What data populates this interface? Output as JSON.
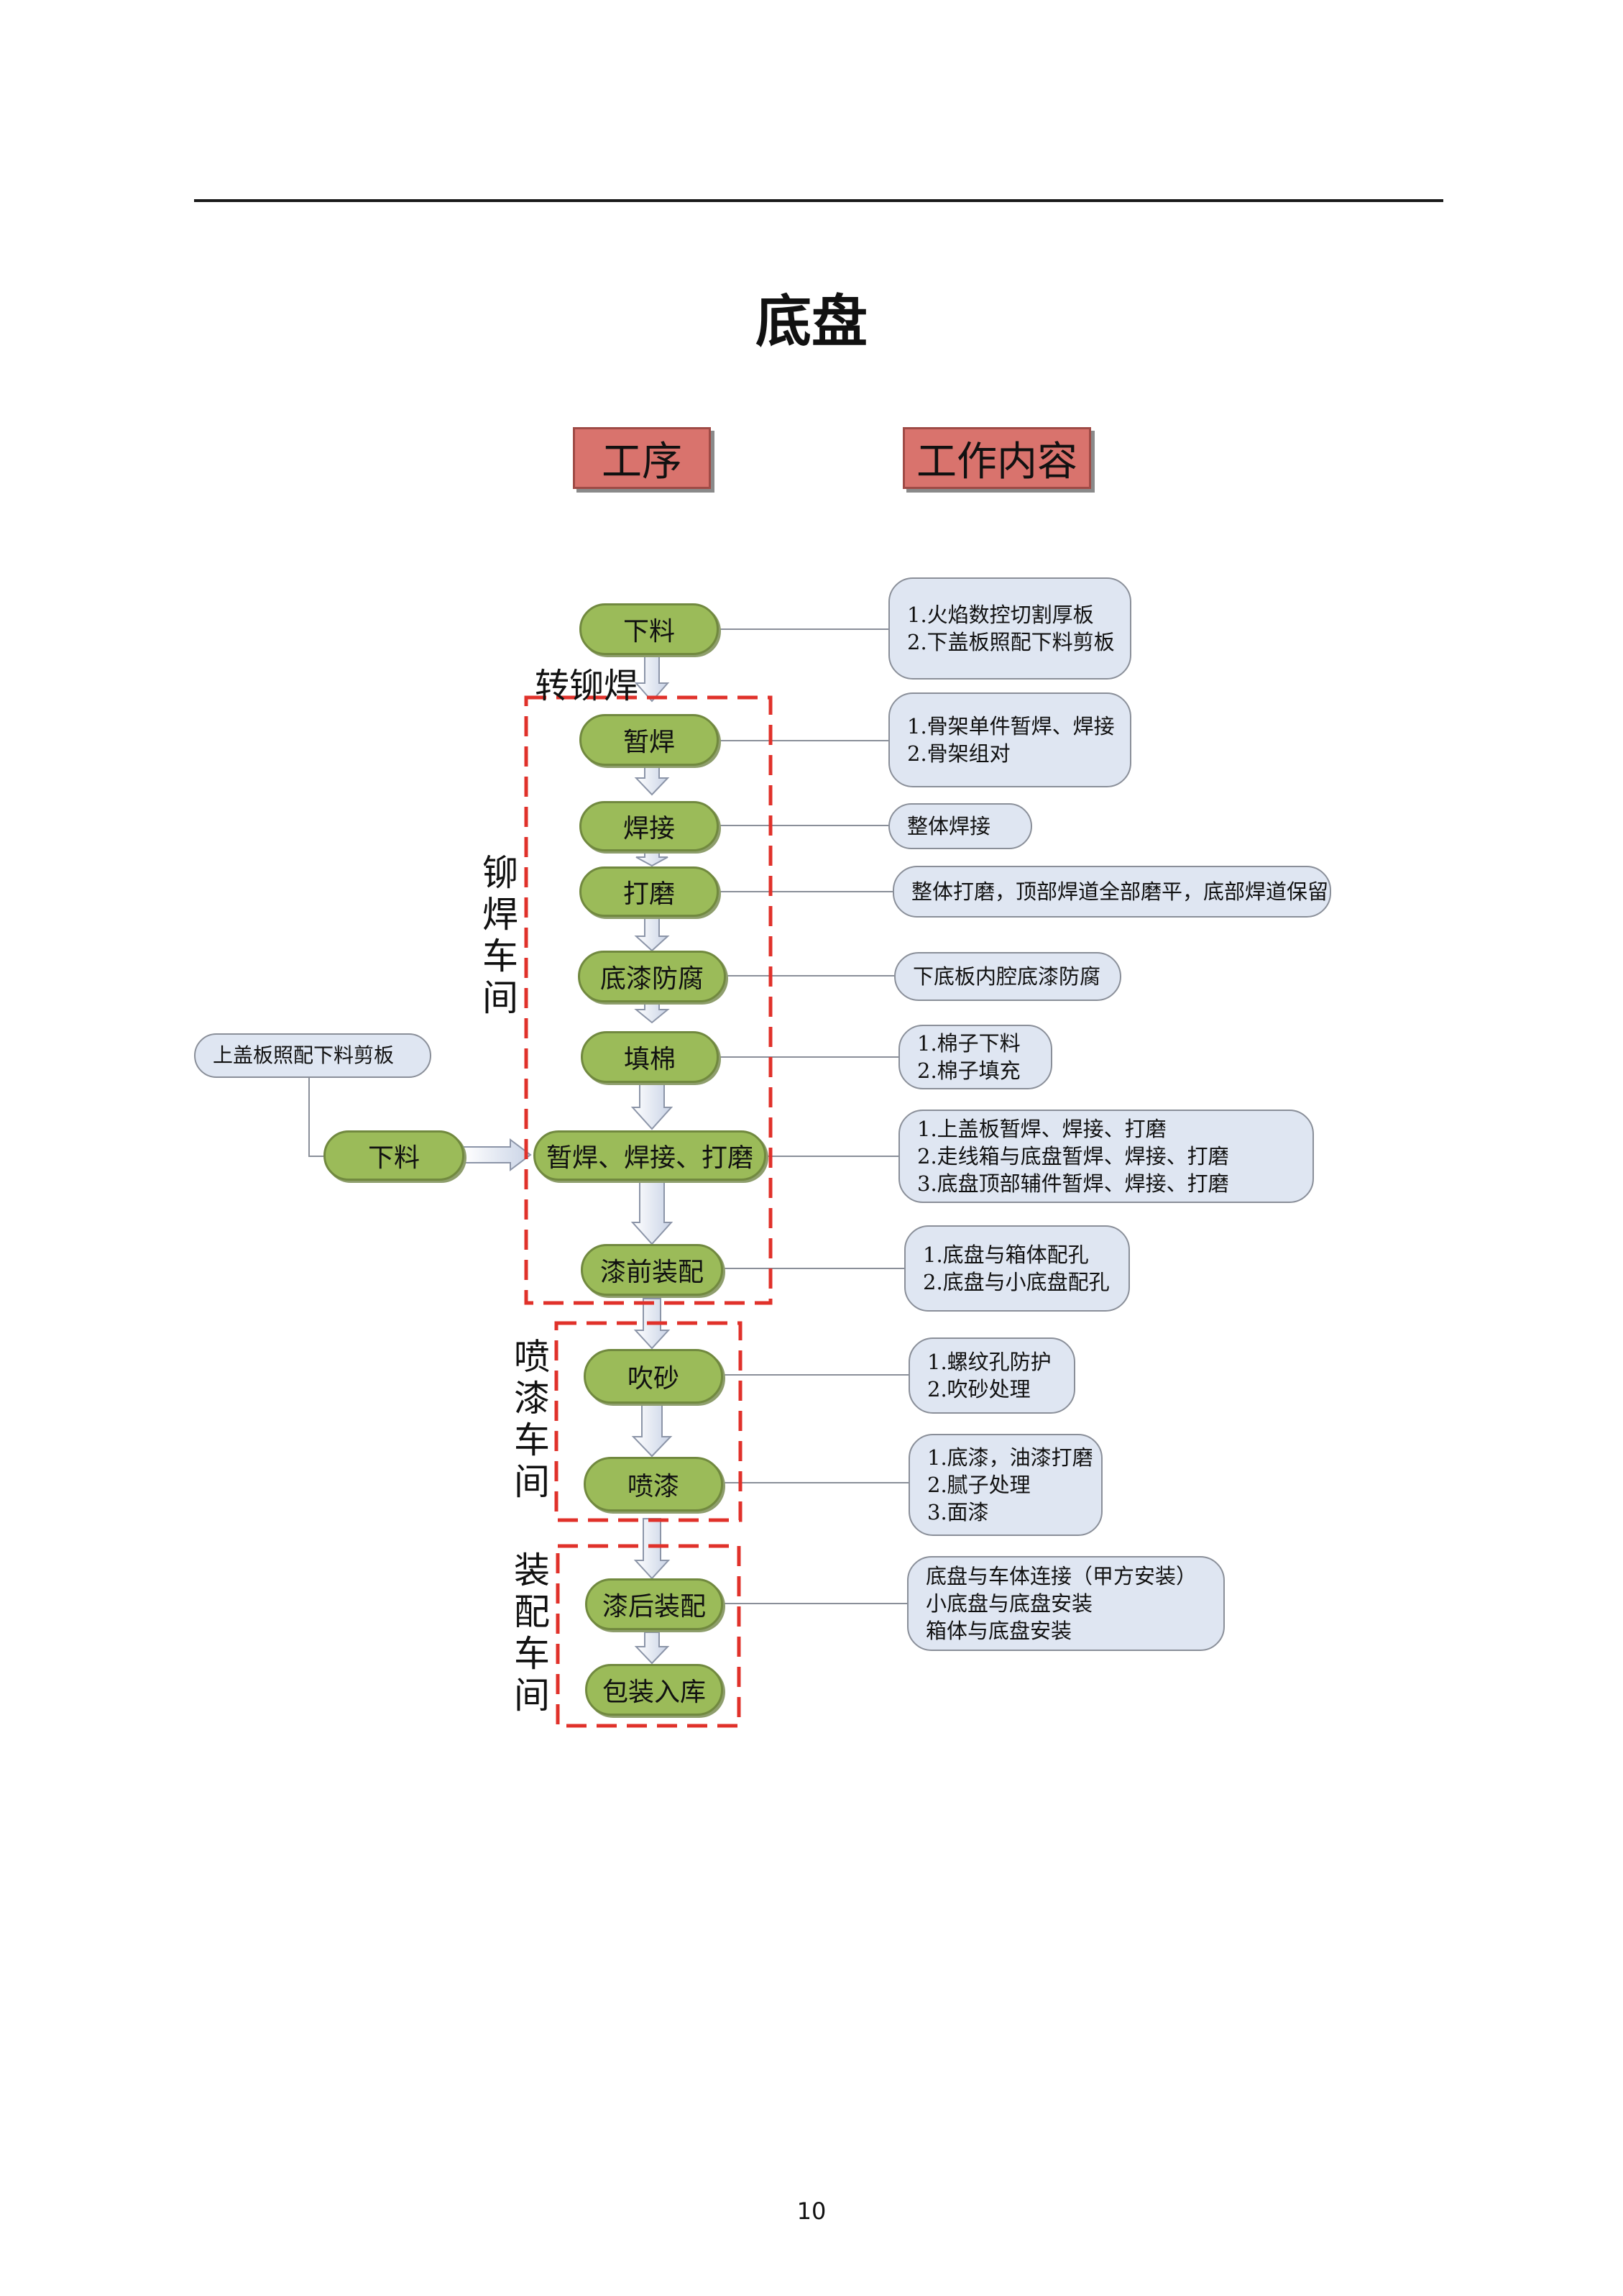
{
  "title": "底盘",
  "headers": {
    "process": "工序",
    "content": "工作内容"
  },
  "transfer_label": "转铆焊",
  "groups": {
    "welding": "铆焊车间",
    "painting": "喷漆车间",
    "assembly": "装配车间"
  },
  "steps": {
    "cut": "下料",
    "tack": "暂焊",
    "weld": "焊接",
    "grind": "打磨",
    "primer": "底漆防腐",
    "fill": "填棉",
    "tack_weld_grind": "暂焊、焊接、打磨",
    "pre_paint_assembly": "漆前装配",
    "sandblast": "吹砂",
    "spray": "喷漆",
    "post_paint_assembly": "漆后装配",
    "pack": "包装入库",
    "side_cut": "下料"
  },
  "notes": {
    "cut": [
      "1.火焰数控切割厚板",
      "2.下盖板照配下料剪板"
    ],
    "tack": [
      "1.骨架单件暂焊、焊接",
      "2.骨架组对"
    ],
    "weld": [
      "整体焊接"
    ],
    "grind": [
      "整体打磨，顶部焊道全部磨平，底部焊道保留"
    ],
    "primer": [
      "下底板内腔底漆防腐"
    ],
    "fill": [
      "1.棉子下料",
      "2.棉子填充"
    ],
    "tack_weld_grind": [
      "1.上盖板暂焊、焊接、打磨",
      "2.走线箱与底盘暂焊、焊接、打磨",
      "3.底盘顶部辅件暂焊、焊接、打磨"
    ],
    "pre_paint_assembly": [
      "1.底盘与箱体配孔",
      "2.底盘与小底盘配孔"
    ],
    "sandblast": [
      "1.螺纹孔防护",
      "2.吹砂处理"
    ],
    "spray": [
      "1.底漆，油漆打磨",
      "2.腻子处理",
      "3.面漆"
    ],
    "post_paint_assembly": [
      "底盘与车体连接（甲方安装）",
      "小底盘与底盘安装",
      "箱体与底盘安装"
    ],
    "side_input": "上盖板照配下料剪板"
  },
  "page_number": "10"
}
